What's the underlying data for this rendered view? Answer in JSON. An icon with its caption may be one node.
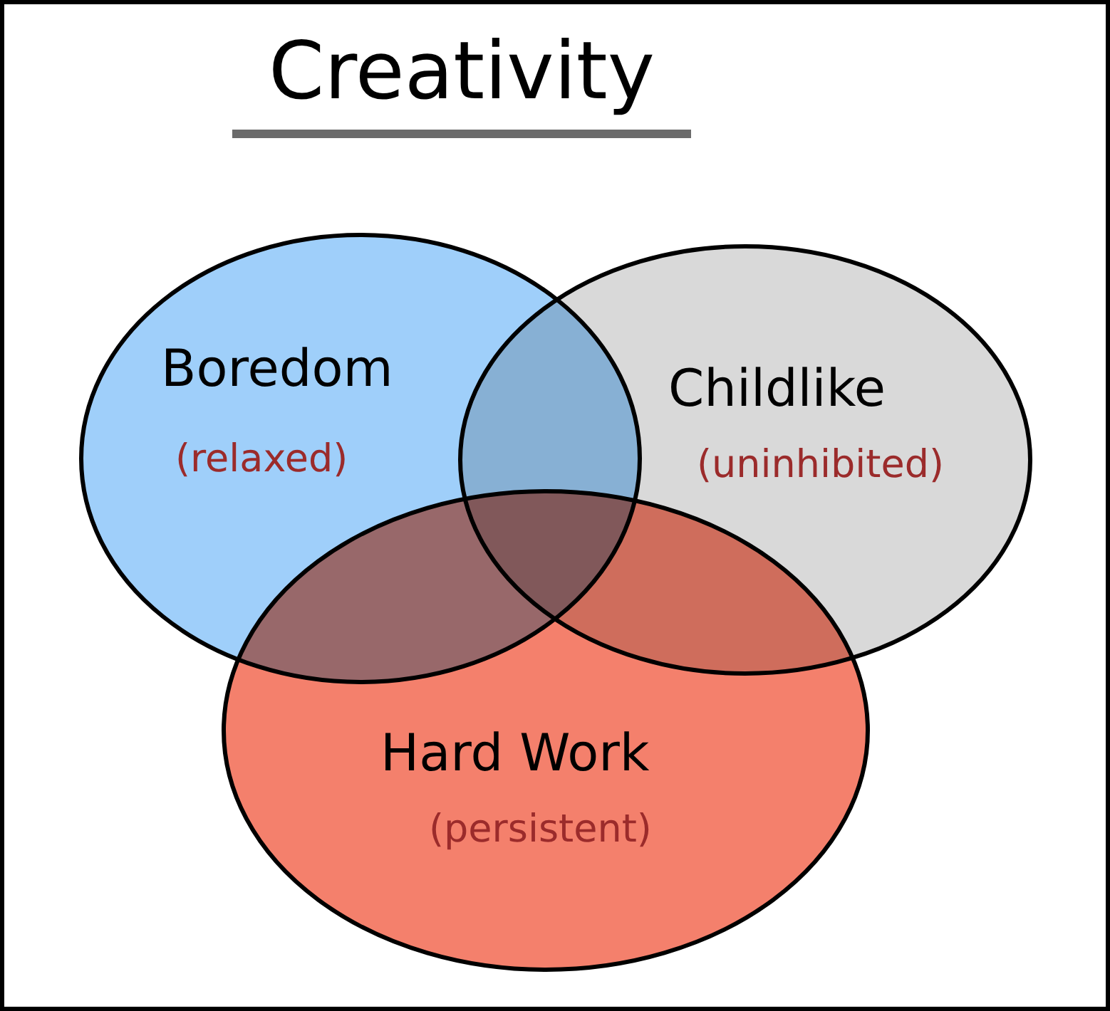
{
  "diagram": {
    "title": "Creativity",
    "nodes": [
      {
        "text": [
          "Boredom",
          "(relaxed)"
        ]
      },
      {
        "text": [
          "Childlike",
          "(uninhibited)"
        ]
      },
      {
        "text": [
          "Hard Work",
          "(persistent)"
        ]
      }
    ]
  }
}
